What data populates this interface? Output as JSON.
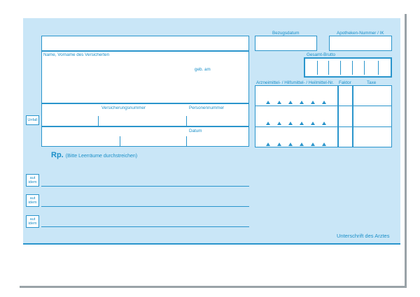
{
  "form": {
    "bezugsdatum": "Bezugsdatum",
    "apotheken_nummer": "Apotheken-Nummer / IK",
    "gesamt_brutto": "Gesamt-Brutto",
    "name_label": "Name, Vorname des Versicherten",
    "geb_am": "geb. am",
    "arzneimittel": "Arzneimittel- / Hilfsmittel- / Heilmittel-Nr.",
    "faktor": "Faktor",
    "taxe": "Taxe",
    "unfall": "Unfall",
    "versicherungsnummer": "Versicherungsnummer",
    "personennummer": "Personennummer",
    "datum": "Datum",
    "rp": "Rp.",
    "rp_note": "(Bitte Leerräume durchstreichen)",
    "aut_idem_1": "aut idem",
    "aut_idem_2": "aut idem",
    "aut_idem_3": "aut idem",
    "unterschrift": "Unterschrift des Arztes"
  },
  "colors": {
    "form_background": "#c9e6f7",
    "line": "#2a95cc",
    "text": "#1a8fc8"
  }
}
